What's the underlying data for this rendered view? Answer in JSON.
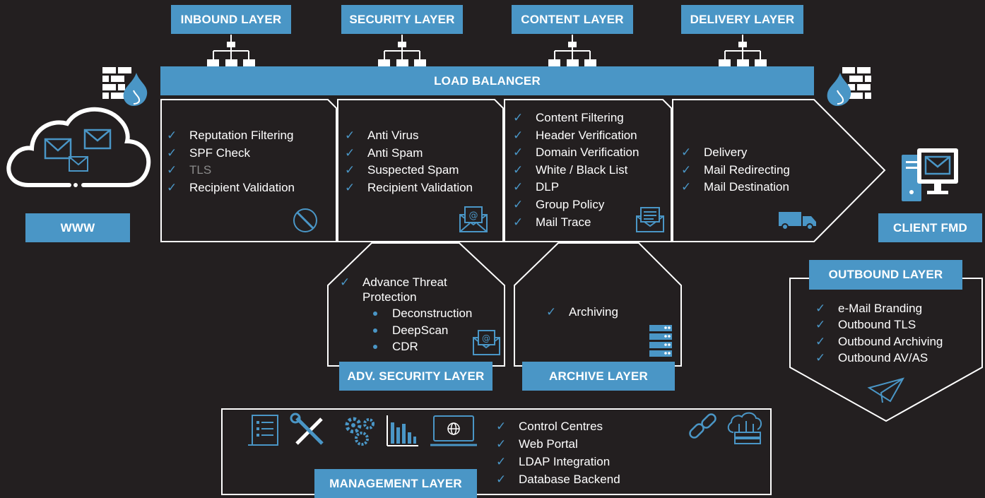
{
  "layers": {
    "inbound": "INBOUND LAYER",
    "security": "SECURITY LAYER",
    "content": "CONTENT LAYER",
    "delivery": "DELIVERY LAYER",
    "load_balancer": "LOAD BALANCER",
    "www": "WWW",
    "client": "CLIENT FMD",
    "outbound": "OUTBOUND LAYER",
    "adv_security": "ADV. SECURITY LAYER",
    "archive": "ARCHIVE LAYER",
    "management": "MANAGEMENT LAYER"
  },
  "check_symbol": "✓",
  "inbound_items": [
    "Reputation Filtering",
    "SPF Check",
    "TLS",
    "Recipient Validation"
  ],
  "security_items": [
    "Anti Virus",
    "Anti Spam",
    "Suspected Spam",
    "Recipient Validation"
  ],
  "content_items": [
    "Content Filtering",
    "Header Verification",
    "Domain Verification",
    "White / Black List",
    "DLP",
    "Group Policy",
    "Mail Trace"
  ],
  "delivery_items": [
    "Delivery",
    "Mail Redirecting",
    "Mail Destination"
  ],
  "adv_security": {
    "main": "Advance Threat Protection",
    "sub": [
      "Deconstruction",
      "DeepScan",
      "CDR"
    ]
  },
  "archive_items": [
    "Archiving"
  ],
  "outbound_items": [
    "e-Mail Branding",
    "Outbound TLS",
    "Outbound Archiving",
    "Outbound AV/AS"
  ],
  "management_items": [
    "Control Centres",
    "Web Portal",
    "LDAP Integration",
    "Database Backend"
  ],
  "colors": {
    "accent": "#4a96c6",
    "background": "#231f20",
    "dim_text": "#8a8a8a"
  },
  "icons": [
    "firewall-left-icon",
    "firewall-right-icon",
    "cloud-mail-icon",
    "computer-mail-icon",
    "blocked-icon",
    "email-at-icon",
    "newsletter-icon",
    "truck-icon",
    "server-rack-icon",
    "paper-plane-icon",
    "document-list-icon",
    "tools-icon",
    "gears-icon",
    "bar-chart-icon",
    "laptop-globe-icon",
    "chain-link-icon",
    "cloud-network-icon",
    "network-tree-icon"
  ]
}
